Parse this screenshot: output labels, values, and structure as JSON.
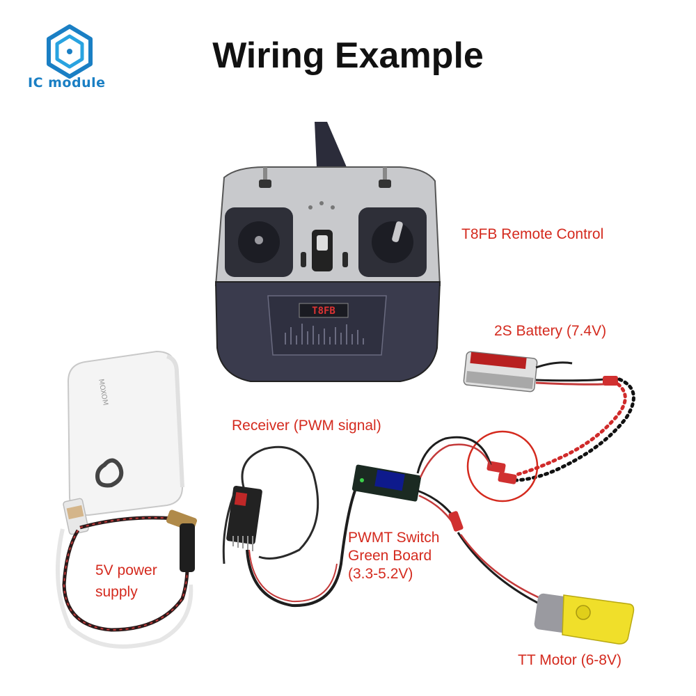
{
  "brand": {
    "name": "IC module"
  },
  "title": "Wiring Example",
  "labels": {
    "remote": "T8FB Remote Control",
    "battery": "2S Battery (7.4V)",
    "receiver": "Receiver (PWM signal)",
    "switch_line1": "PWMT Switch",
    "switch_line2": "Green Board",
    "switch_line3": "(3.3-5.2V)",
    "power_line1": "5V power",
    "power_line2": "supply",
    "motor": "TT Motor (6-8V)"
  },
  "remote_screen_text": "T8FB",
  "colors": {
    "label": "#d42a1e",
    "brand": "#1a7fc4",
    "title": "#111111"
  }
}
